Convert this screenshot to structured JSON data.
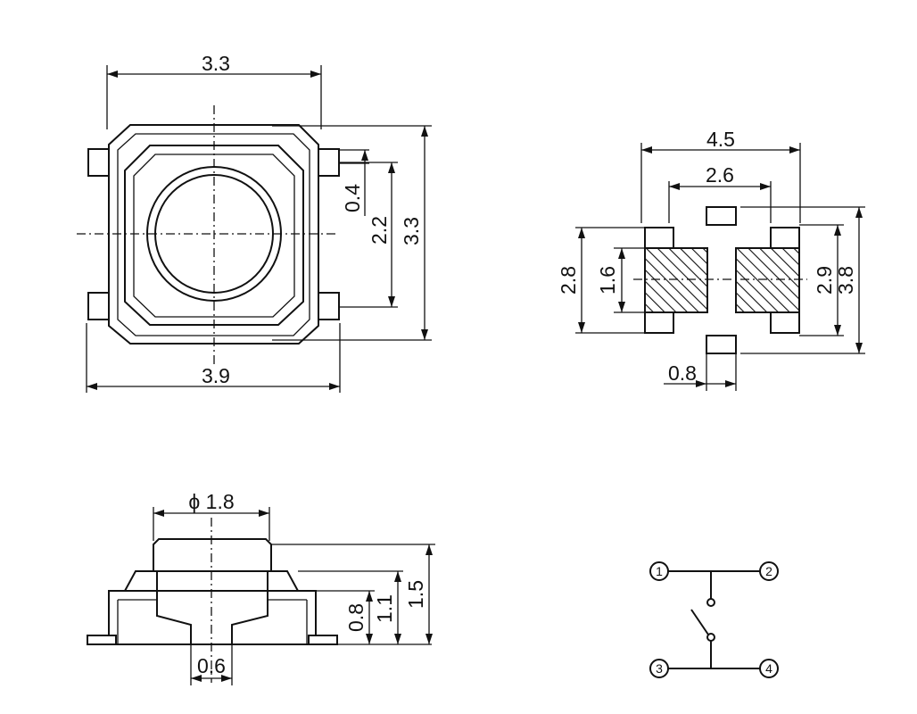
{
  "top_view": {
    "dims": {
      "body_width": "3.3",
      "overall_width": "3.9",
      "body_height": "3.3",
      "terminal_pitch": "2.2",
      "terminal_width": "0.4"
    }
  },
  "pcb_layout": {
    "dims": {
      "overall_width": "4.5",
      "inner_width": "2.6",
      "left_height": "2.8",
      "pad_height": "1.6",
      "right_height": "2.9",
      "overall_height": "3.8",
      "pad_width": "0.8"
    }
  },
  "side_view": {
    "dims": {
      "button_diameter": "ϕ 1.8",
      "terminal_width": "0.6",
      "body_height": "0.8",
      "housing_height": "1.1",
      "total_height": "1.5"
    }
  },
  "schematic": {
    "pins": [
      "1",
      "2",
      "3",
      "4"
    ]
  }
}
